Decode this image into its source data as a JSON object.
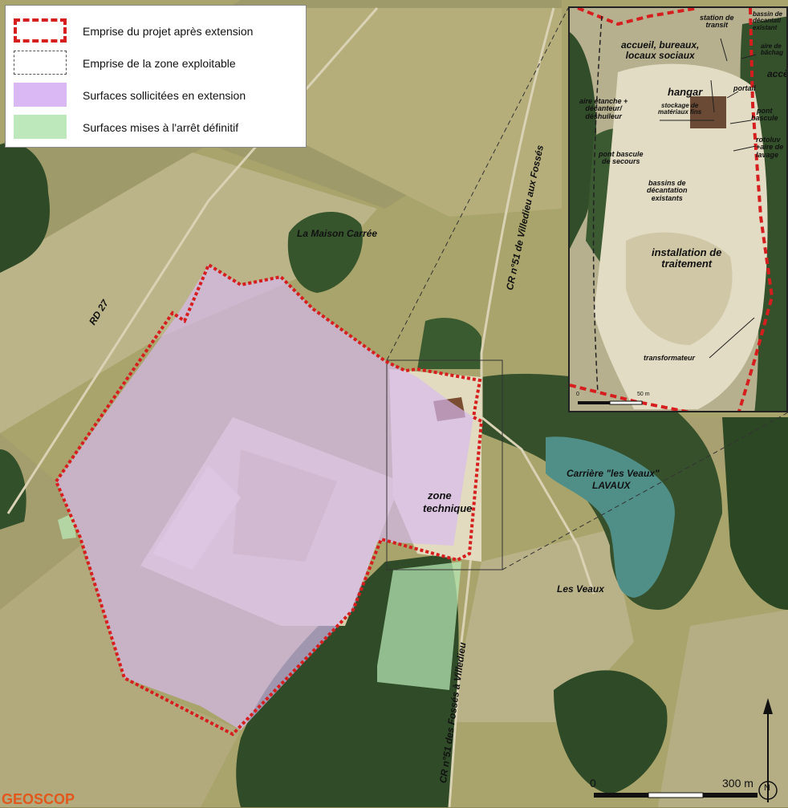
{
  "legend": {
    "items": [
      {
        "label": "Emprise du projet après extension",
        "color": "#d61e1e"
      },
      {
        "label": "Emprise de la zone exploitable",
        "color": "#555555"
      },
      {
        "label": "Surfaces sollicitées en extension",
        "color": "#d4b3f0"
      },
      {
        "label": "Surfaces mises à l'arrêt définitif",
        "color": "#b3e6b3"
      }
    ]
  },
  "map": {
    "places": {
      "maison": "La Maison Carrée",
      "rd27": "RD 27",
      "cr_villedieu": "CR n°51 de Villedieu aux Fossés",
      "cr_fosses": "CR n°51 des Fossés à Villedieu",
      "carriere_1": "Carrière \"les Veaux\"",
      "carriere_2": "LAVAUX",
      "les_veaux": "Les Veaux",
      "zone_1": "zone",
      "zone_2": "technique"
    },
    "scale": {
      "zero": "0",
      "end": "300 m"
    },
    "north": "N",
    "logo": "GEOSCOP"
  },
  "inset": {
    "labels": {
      "station_1": "station de",
      "station_2": "transit",
      "bassin_1": "bassin de",
      "bassin_2": "décantati",
      "bassin_3": "existant",
      "aire_1": "aire de",
      "aire_2": "bâchag",
      "accueil_1": "accueil, bureaux,",
      "accueil_2": "locaux sociaux",
      "acces": "accè",
      "hangar": "hangar",
      "stockage_1": "stockage de",
      "stockage_2": "matériaux fins",
      "portail": "portail",
      "aire_etanche_1": "aire étanche +",
      "aire_etanche_2": "décanteur/",
      "aire_etanche_3": "déshuileur",
      "pont_1": "pont",
      "pont_2": "bascule",
      "rotoluve_1": "rotoluv",
      "rotoluve_2": "+aire de",
      "rotoluve_3": "lavage",
      "secours_1": "pont bascule",
      "secours_2": "de secours",
      "bassins_1": "bassins de",
      "bassins_2": "décantation",
      "bassins_3": "existants",
      "install_1": "installation de",
      "install_2": "traitement",
      "transfo": "transformateur"
    },
    "scale": {
      "zero": "0",
      "end": "50 m"
    }
  }
}
